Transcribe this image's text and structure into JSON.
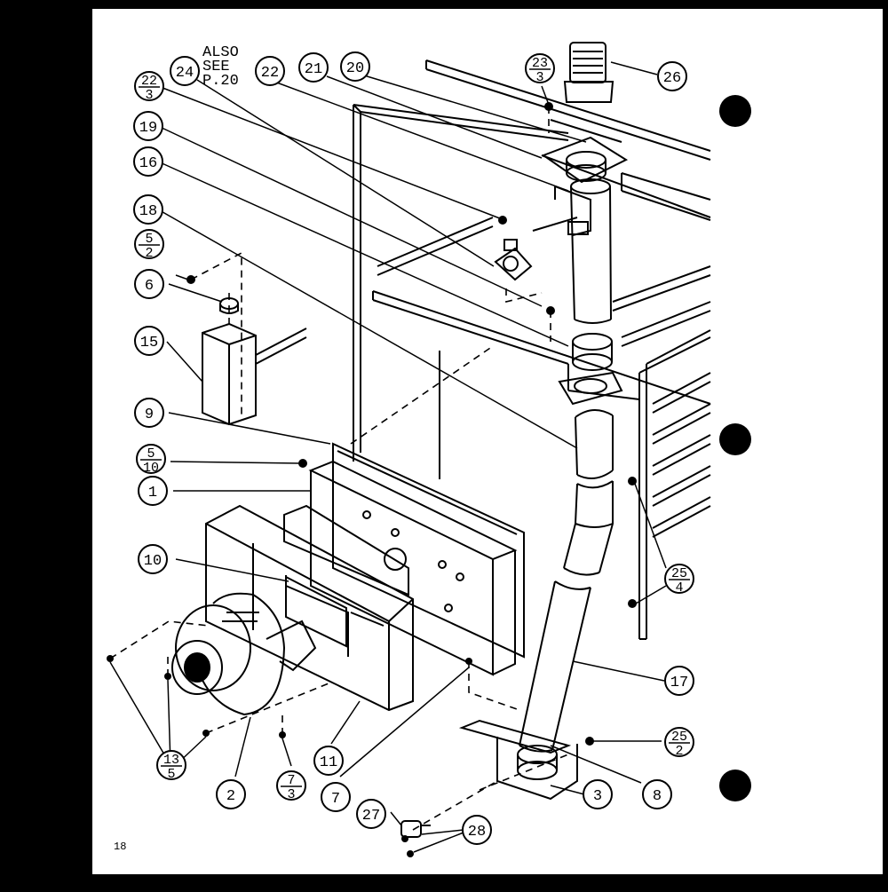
{
  "note": {
    "lines": [
      "ALSO",
      "SEE",
      "P.20"
    ]
  },
  "page_number": "18",
  "callouts": [
    {
      "id": "c-22-3",
      "top": "22",
      "bottom": "3"
    },
    {
      "id": "c-24",
      "text": "24"
    },
    {
      "id": "c-22",
      "text": "22"
    },
    {
      "id": "c-21",
      "text": "21"
    },
    {
      "id": "c-20",
      "text": "20"
    },
    {
      "id": "c-23-3",
      "top": "23",
      "bottom": "3"
    },
    {
      "id": "c-26",
      "text": "26"
    },
    {
      "id": "c-19",
      "text": "19"
    },
    {
      "id": "c-16",
      "text": "16"
    },
    {
      "id": "c-18",
      "text": "18"
    },
    {
      "id": "c-5-2",
      "top": "5",
      "bottom": "2"
    },
    {
      "id": "c-6",
      "text": "6"
    },
    {
      "id": "c-15",
      "text": "15"
    },
    {
      "id": "c-9",
      "text": "9"
    },
    {
      "id": "c-5-10",
      "top": "5",
      "bottom": "10"
    },
    {
      "id": "c-1",
      "text": "1"
    },
    {
      "id": "c-10",
      "text": "10"
    },
    {
      "id": "c-25-4",
      "top": "25",
      "bottom": "4"
    },
    {
      "id": "c-17",
      "text": "17"
    },
    {
      "id": "c-25-2",
      "top": "25",
      "bottom": "2"
    },
    {
      "id": "c-13-5",
      "top": "13",
      "bottom": "5"
    },
    {
      "id": "c-2",
      "text": "2"
    },
    {
      "id": "c-7-3",
      "top": "7",
      "bottom": "3"
    },
    {
      "id": "c-11",
      "text": "11"
    },
    {
      "id": "c-7",
      "text": "7"
    },
    {
      "id": "c-3",
      "text": "3"
    },
    {
      "id": "c-8",
      "text": "8"
    },
    {
      "id": "c-27",
      "text": "27"
    },
    {
      "id": "c-28",
      "text": "28"
    }
  ]
}
